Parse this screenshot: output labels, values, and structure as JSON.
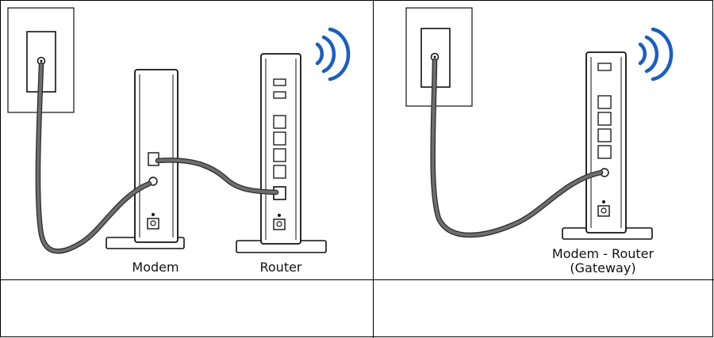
{
  "left_panel": {
    "modem_label": "Modem",
    "router_label": "Router"
  },
  "right_panel": {
    "gateway_label_line1": "Modem - Router",
    "gateway_label_line2": "(Gateway)"
  },
  "bottom_row": {
    "left_text": "",
    "right_text": ""
  },
  "colors": {
    "cable": "#6e6e6e",
    "cable_outline": "#2a2a2a",
    "wifi": "#1a5fc0",
    "device_outline": "#111111",
    "wallplate_fill": "#ffffff"
  },
  "icons": [
    "wall-outlet-icon",
    "modem-icon",
    "router-icon",
    "gateway-icon",
    "wifi-signal-icon",
    "coax-cable-icon",
    "ethernet-cable-icon"
  ]
}
